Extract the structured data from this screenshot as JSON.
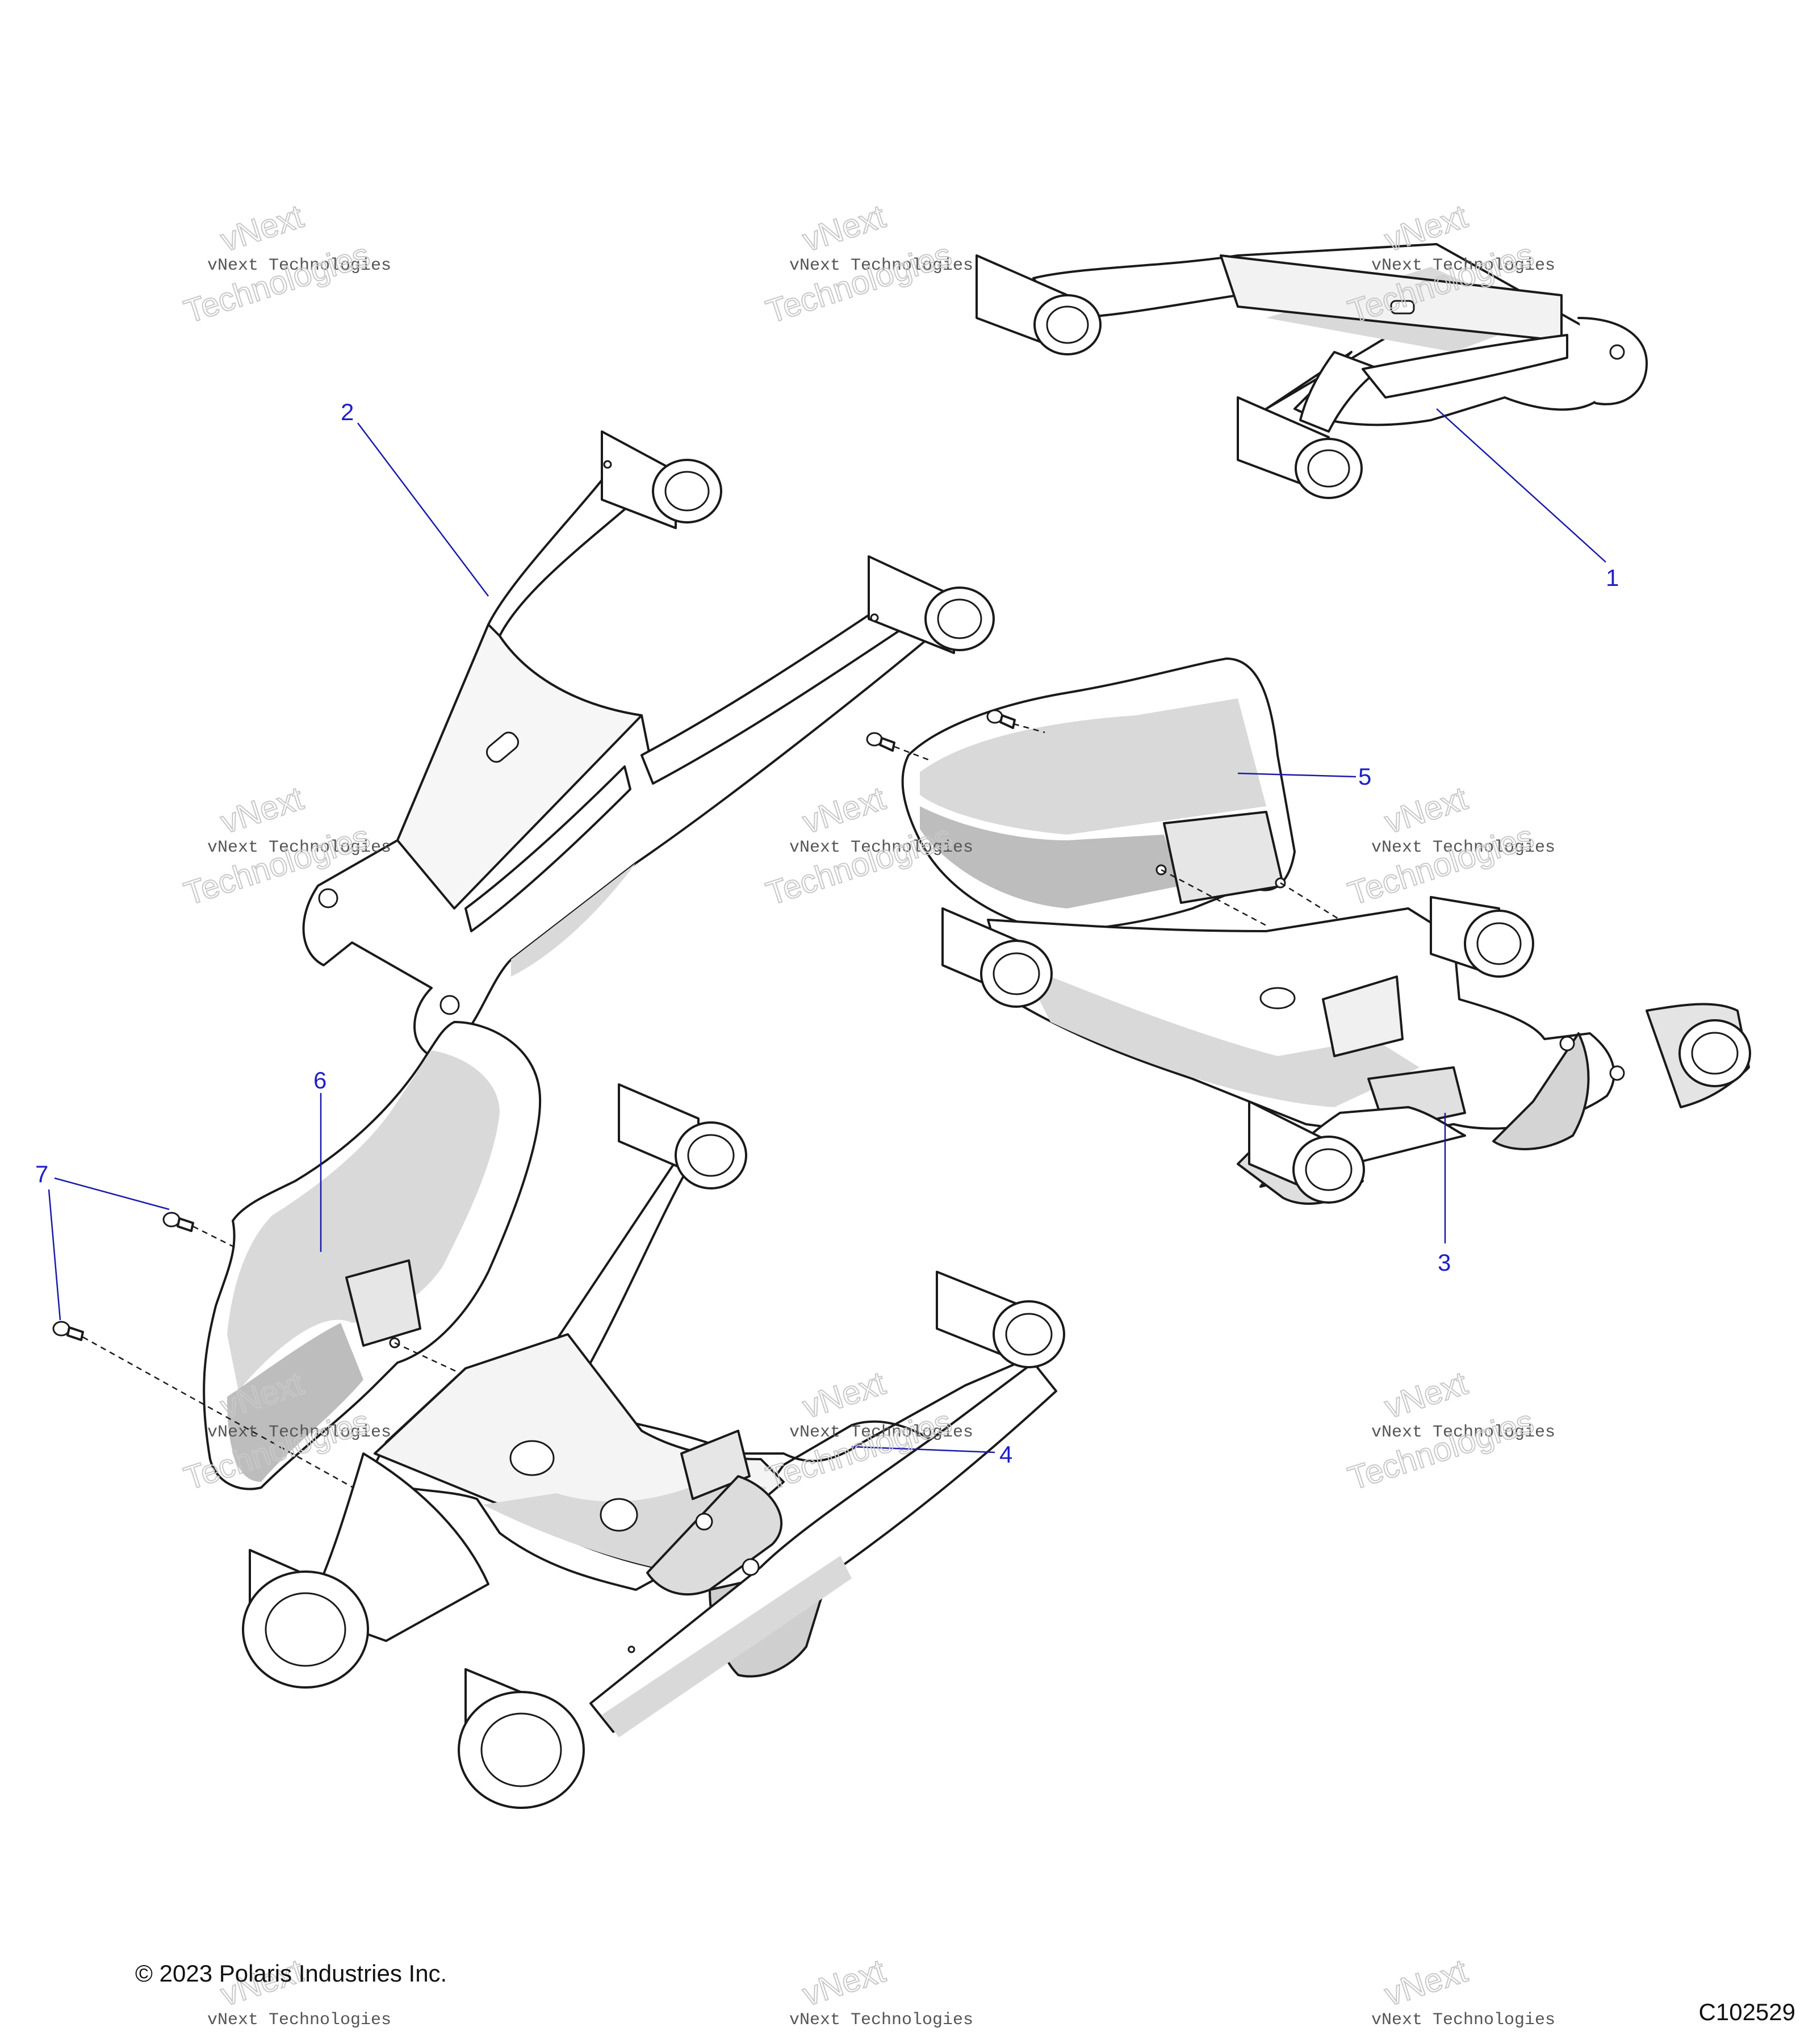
{
  "callouts": [
    {
      "id": "1",
      "label": "1"
    },
    {
      "id": "2",
      "label": "2"
    },
    {
      "id": "3",
      "label": "3"
    },
    {
      "id": "4",
      "label": "4"
    },
    {
      "id": "5",
      "label": "5"
    },
    {
      "id": "6",
      "label": "6"
    },
    {
      "id": "7",
      "label": "7"
    }
  ],
  "watermark": {
    "line1": "vNext Technologies",
    "line2": "vNext",
    "line3": "Technologies"
  },
  "footer": {
    "copyright": "© 2023 Polaris Industries Inc.",
    "figure_id": "C102529"
  },
  "colors": {
    "callout": "#1f1fc8",
    "line": "#1a1a1a",
    "shade": "#d9d9d9"
  }
}
